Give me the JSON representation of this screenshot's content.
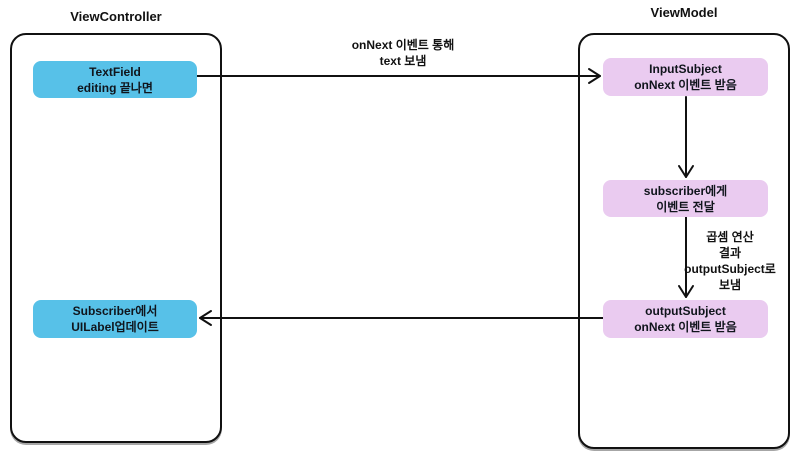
{
  "diagram": {
    "left_panel": {
      "title": "ViewController",
      "nodes": [
        {
          "id": "textfield",
          "line1": "TextField",
          "line2": "editing 끝나면"
        },
        {
          "id": "subscriber-update",
          "line1": "Subscriber에서",
          "line2": "UILabel업데이트"
        }
      ]
    },
    "right_panel": {
      "title": "ViewModel",
      "nodes": [
        {
          "id": "input-subject",
          "line1": "InputSubject",
          "line2": "onNext 이벤트 받음"
        },
        {
          "id": "subscriber-deliver",
          "line1": "subscriber에게",
          "line2": "이벤트 전달"
        },
        {
          "id": "output-subject",
          "line1": "outputSubject",
          "line2": "onNext 이벤트 받음"
        }
      ]
    },
    "edge_labels": {
      "send_text": {
        "line1": "onNext 이벤트 통해",
        "line2": "text 보냄"
      },
      "multiply_result": {
        "line1": "곱셈 연산",
        "line2": "결과",
        "line3": "outputSubject로",
        "line4": "보냄"
      }
    },
    "colors": {
      "node_blue": "#57C1E8",
      "node_purple": "#EACBF0",
      "stroke": "#111111",
      "background": "#FFFFFF"
    }
  }
}
